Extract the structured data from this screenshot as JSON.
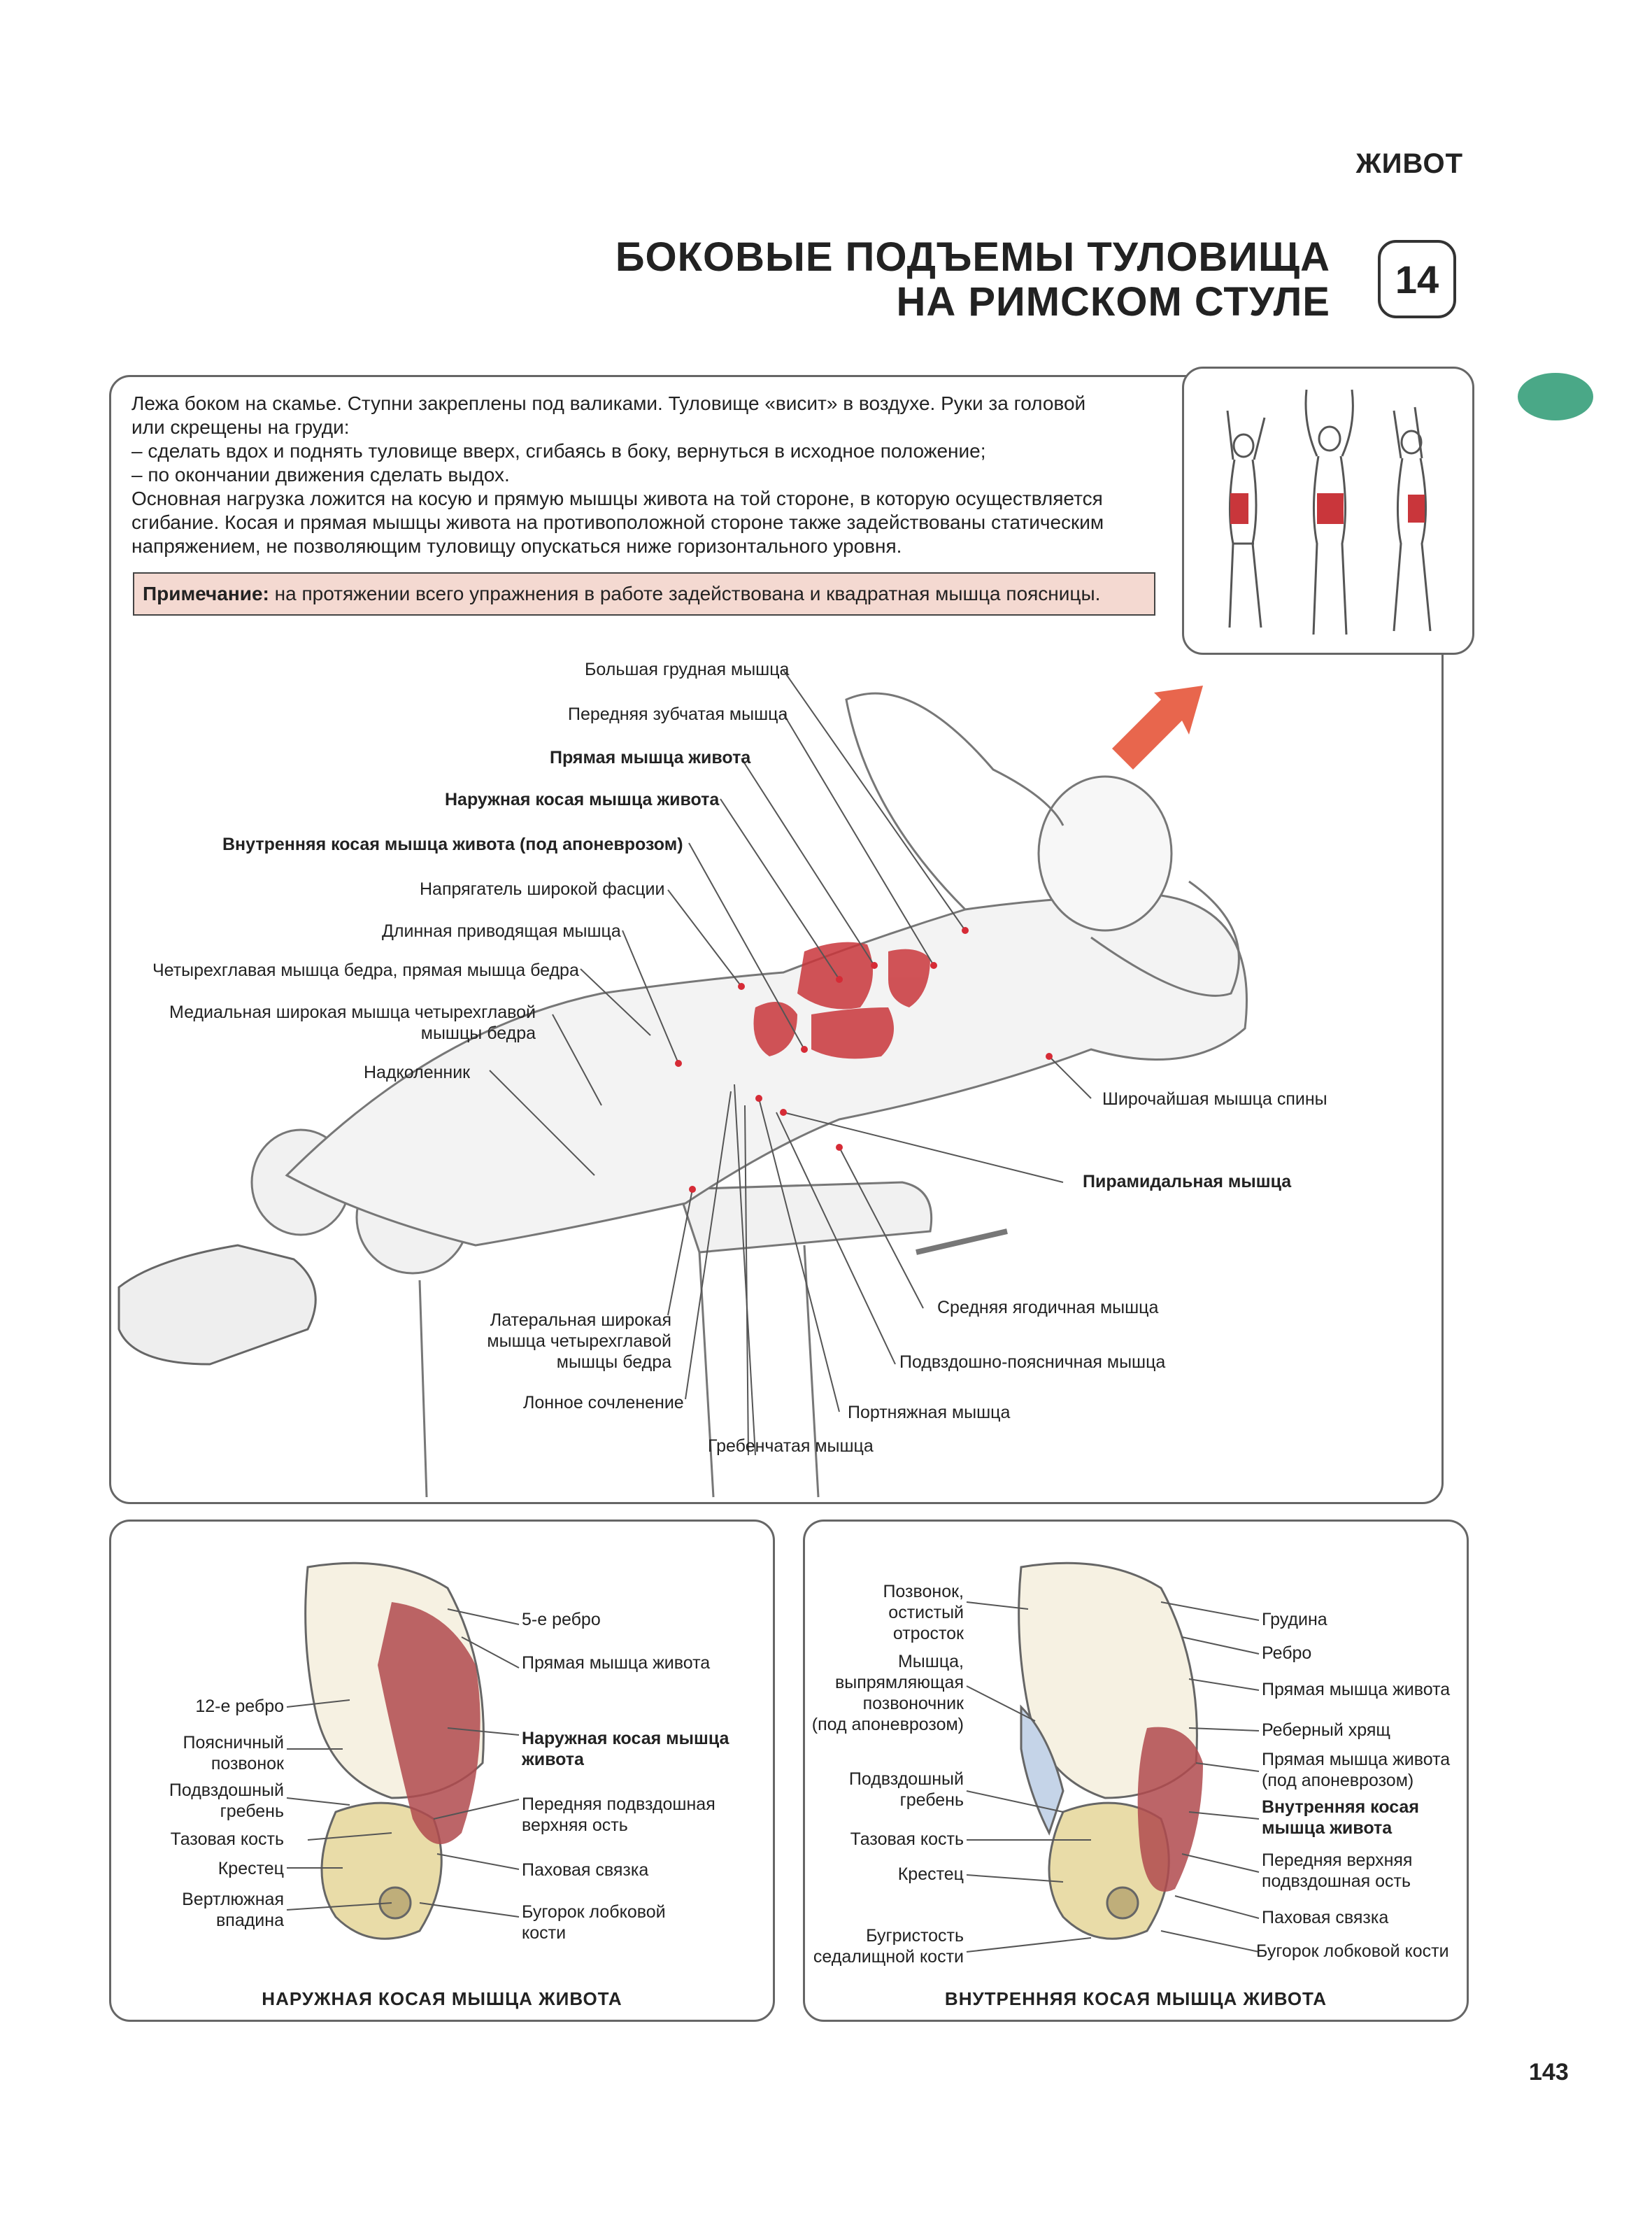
{
  "header": {
    "section": "ЖИВОТ",
    "title_line1": "БОКОВЫЕ ПОДЪЕМЫ ТУЛОВИЩА",
    "title_line2": "НА РИМСКОМ СТУЛЕ",
    "exercise_number": "14"
  },
  "description": {
    "line1": "Лежа боком на скамье. Ступни закреплены под валиками. Туловище «висит» в воздухе. Руки за головой",
    "line2": "или скрещены на груди:",
    "line3": "– сделать вдох и поднять туловище вверх, сгибаясь в боку, вернуться в исходное положение;",
    "line4": "– по окончании движения сделать выдох.",
    "line5": "Основная нагрузка ложится на косую и прямую мышцы живота на той стороне, в которую осуществляется",
    "line6": "сгибание. Косая и прямая мышцы живота на противоположной стороне также задействованы статическим",
    "line7": "напряжением, не позволяющим туловищу опускаться ниже горизонтального уровня."
  },
  "note": {
    "label": "Примечание:",
    "text": " на протяжении всего упражнения в работе задействована и квадратная мышца поясницы."
  },
  "main_labels": {
    "pectoralis": "Большая грудная мышца",
    "serratus": "Передняя зубчатая мышца",
    "rectus": "Прямая мышца живота",
    "external_oblique": "Наружная косая мышца живота",
    "internal_oblique": "Внутренняя косая мышца живота (под апоневрозом)",
    "tensor": "Напрягатель широкой фасции",
    "adductor_longus": "Длинная приводящая мышца",
    "quadriceps": "Четырехглавая мышца бедра, прямая мышца бедра",
    "vastus_medialis_1": "Медиальная широкая мышца четырехглавой",
    "vastus_medialis_2": "мышцы бедра",
    "patella": "Надколенник",
    "latissimus": "Широчайшая мышца спины",
    "pyramidalis": "Пирамидальная мышца",
    "gluteus_medius": "Средняя ягодичная мышца",
    "iliopsoas": "Подвздошно-поясничная мышца",
    "sartorius": "Портняжная мышца",
    "pectineus": "Гребенчатая мышца",
    "symphysis": "Лонное сочленение",
    "vastus_lateralis_1": "Латеральная широкая",
    "vastus_lateralis_2": "мышца четырехглавой",
    "vastus_lateralis_3": "мышцы бедра"
  },
  "left_panel": {
    "caption": "НАРУЖНАЯ КОСАЯ МЫШЦА ЖИВОТА",
    "rib5": "5-е ребро",
    "rectus": "Прямая мышца живота",
    "ext_oblique_1": "Наружная косая мышца",
    "ext_oblique_2": "живота",
    "asis_1": "Передняя подвздошная",
    "asis_2": "верхняя ость",
    "inguinal": "Паховая связка",
    "pubic_1": "Бугорок лобковой",
    "pubic_2": "кости",
    "rib12": "12-е ребро",
    "lumbar_1": "Поясничный",
    "lumbar_2": "позвонок",
    "iliac_1": "Подвздошный",
    "iliac_2": "гребень",
    "pelvis": "Тазовая кость",
    "sacrum": "Крестец",
    "acetabulum_1": "Вертлюжная",
    "acetabulum_2": "впадина"
  },
  "right_panel": {
    "caption": "ВНУТРЕННЯЯ КОСАЯ МЫШЦА ЖИВОТА",
    "vertebra_1": "Позвонок,",
    "vertebra_2": "остистый",
    "vertebra_3": "отросток",
    "erector_1": "Мышца,",
    "erector_2": "выпрямляющая",
    "erector_3": "позвоночник",
    "erector_4": "(под апоневрозом)",
    "iliac_1": "Подвздошный",
    "iliac_2": "гребень",
    "pelvis": "Тазовая кость",
    "sacrum": "Крестец",
    "ischial_1": "Бугристость",
    "ischial_2": "седалищной кости",
    "sternum": "Грудина",
    "rib": "Ребро",
    "rectus": "Прямая мышца живота",
    "costal_cartilage": "Реберный хрящ",
    "rectus_under_1": "Прямая мышца живота",
    "rectus_under_2": "(под апоневрозом)",
    "int_oblique_1": "Внутренняя косая",
    "int_oblique_2": "мышца живота",
    "asis_1": "Передняя верхняя",
    "asis_2": "подвздошная ость",
    "inguinal": "Паховая связка",
    "pubic": "Бугорок лобковой кости"
  },
  "page_number": "143",
  "colors": {
    "accent_green": "#4aa887",
    "note_bg": "#f4d9d1",
    "muscle_red": "#c9363b",
    "arrow": "#e8664d"
  }
}
